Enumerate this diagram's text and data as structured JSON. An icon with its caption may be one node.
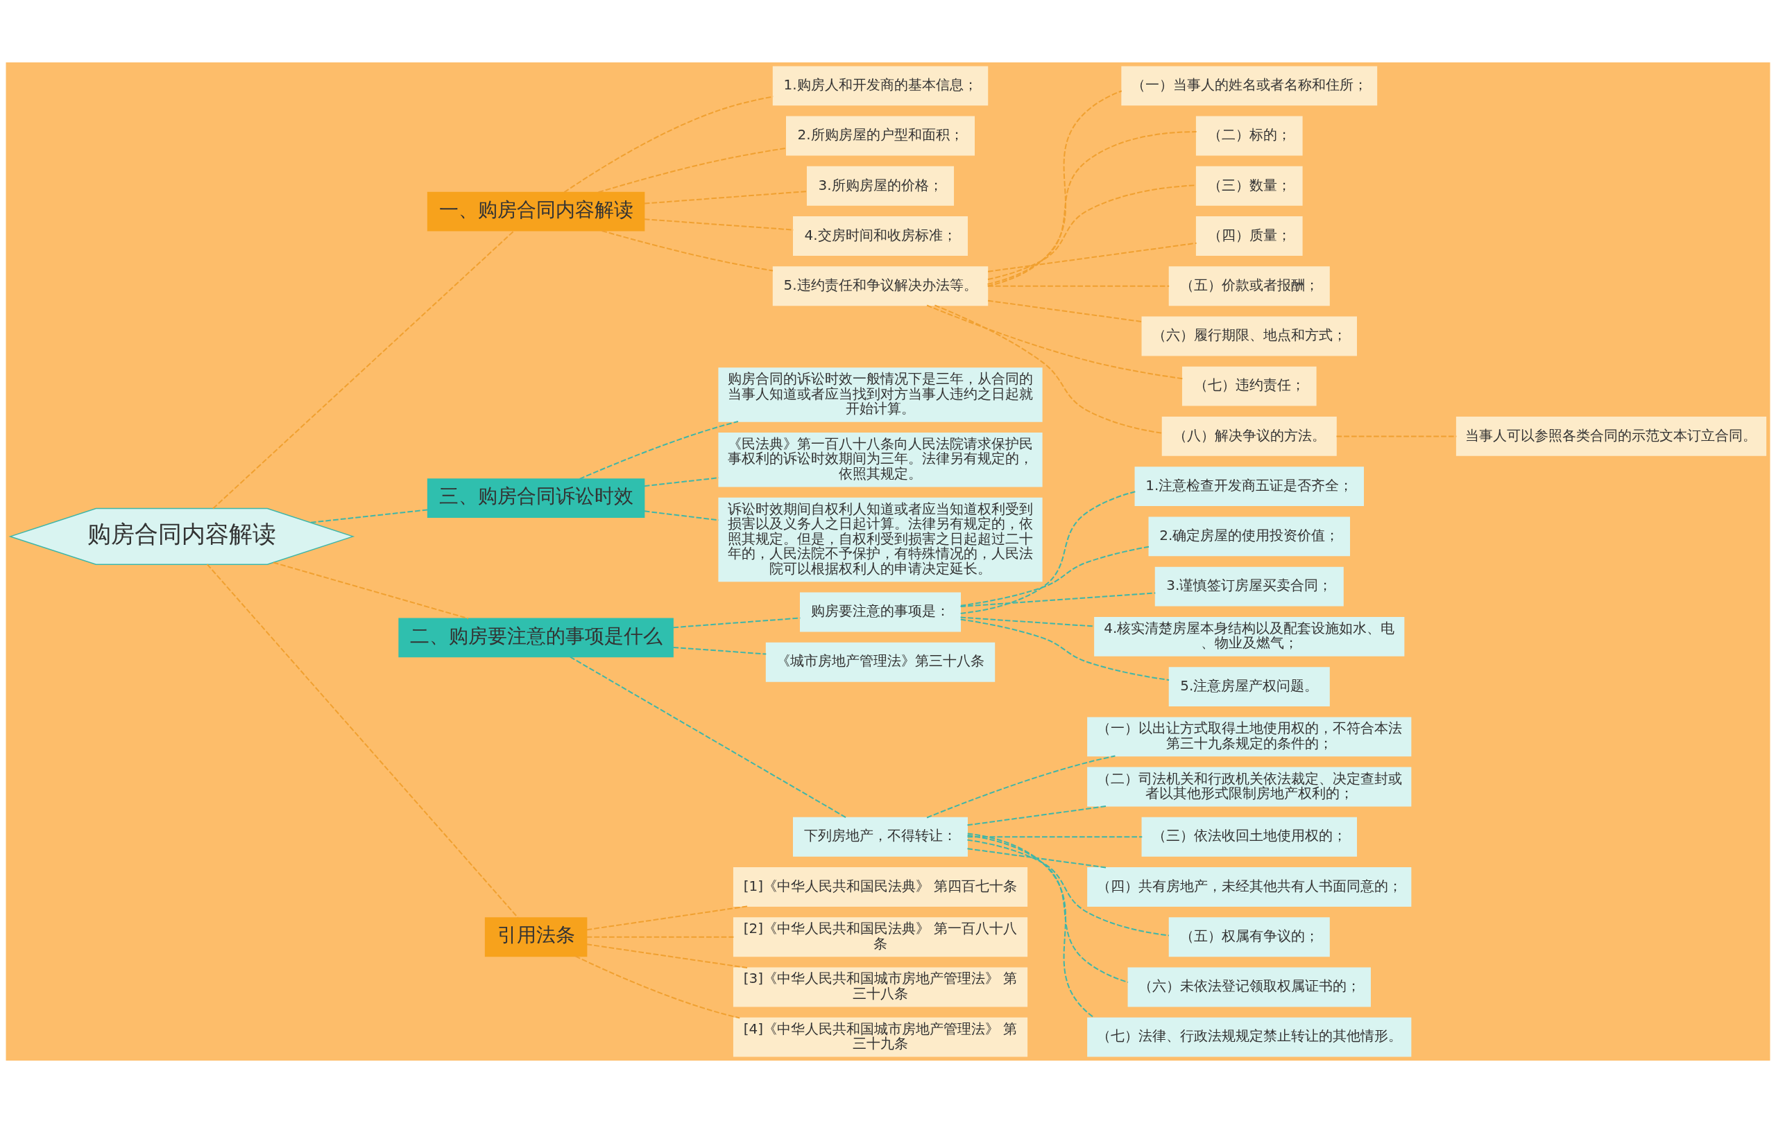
{
  "diagram": {
    "nodes": [
      {
        "text": [
          "购房合同内容解读"
        ]
      },
      {
        "text": [
          "一、购房合同内容解读"
        ]
      },
      {
        "text": [
          "1.购房人和开发商的基本信息；"
        ]
      },
      {
        "text": [
          "2.所购房屋的户型和面积；"
        ]
      },
      {
        "text": [
          "3.所购房屋的价格；"
        ]
      },
      {
        "text": [
          "4.交房时间和收房标准；"
        ]
      },
      {
        "text": [
          "5.违约责任和争议解决办法等。"
        ]
      },
      {
        "text": [
          "（一）当事人的姓名或者名称和住所；"
        ]
      },
      {
        "text": [
          "（二）标的；"
        ]
      },
      {
        "text": [
          "（三）数量；"
        ]
      },
      {
        "text": [
          "（四）质量；"
        ]
      },
      {
        "text": [
          "（五）价款或者报酬；"
        ]
      },
      {
        "text": [
          "（六）履行期限、地点和方式；"
        ]
      },
      {
        "text": [
          "（七）违约责任；"
        ]
      },
      {
        "text": [
          "（八）解决争议的方法。"
        ]
      },
      {
        "text": [
          "当事人可以参照各类合同的示范文本订立合同。"
        ]
      },
      {
        "text": [
          "三、购房合同诉讼时效"
        ]
      },
      {
        "text": [
          "购房合同的诉讼时效一般情况下是三年，从合同的当事人知道或者应当找到对方当事人违约之日起就开始计算。"
        ]
      },
      {
        "text": [
          "《民法典》第一百八十八条向人民法院请求保护民事权利的诉讼时效期间为三年。法律另有规定的，依照其规定。"
        ]
      },
      {
        "text": [
          "诉讼时效期间自权利人知道或者应当知道权利受到损害以及义务人之日起计算。法律另有规定的，依照其规定。但是，自权利受到损害之日起超过二十年的，人民法院不予保护，有特殊情况的，人民法院可以根据权利人的申请决定延长。"
        ]
      },
      {
        "text": [
          "二、购房要注意的事项是什么"
        ]
      },
      {
        "text": [
          "购房要注意的事项是："
        ]
      },
      {
        "text": [
          "1.注意检查开发商五证是否齐全；"
        ]
      },
      {
        "text": [
          "2.确定房屋的使用投资价值；"
        ]
      },
      {
        "text": [
          "3.谨慎签订房屋买卖合同；"
        ]
      },
      {
        "text": [
          "4.核实清楚房屋本身结构以及配套设施如水、电、物业及燃气；"
        ]
      },
      {
        "text": [
          "5.注意房屋产权问题。"
        ]
      },
      {
        "text": [
          "《城市房地产管理法》第三十八条"
        ]
      },
      {
        "text": [
          "下列房地产，不得转让："
        ]
      },
      {
        "text": [
          "（一）以出让方式取得土地使用权的，不符合本法第三十九条规定的条件的；"
        ]
      },
      {
        "text": [
          "（二）司法机关和行政机关依法裁定、决定查封或者以其他形式限制房地产权利的；"
        ]
      },
      {
        "text": [
          "（三）依法收回土地使用权的；"
        ]
      },
      {
        "text": [
          "（四）共有房地产，未经其他共有人书面同意的；"
        ]
      },
      {
        "text": [
          "（五）权属有争议的；"
        ]
      },
      {
        "text": [
          "（六）未依法登记领取权属证书的；"
        ]
      },
      {
        "text": [
          "（七）法律、行政法规规定禁止转让的其他情形。"
        ]
      },
      {
        "text": [
          "引用法条"
        ]
      },
      {
        "text": [
          "[1]《中华人民共和国民法典》 第四百七十条"
        ]
      },
      {
        "text": [
          "[2]《中华人民共和国民法典》 第一百八十八条"
        ]
      },
      {
        "text": [
          "[3]《中华人民共和国城市房地产管理法》 第三十八条"
        ]
      },
      {
        "text": [
          "[4]《中华人民共和国城市房地产管理法》 第三十九条"
        ]
      }
    ],
    "edges": [
      {
        "from": 0,
        "to": 1,
        "arrow": "none",
        "style": "dashed"
      },
      {
        "from": 1,
        "to": 2,
        "arrow": "none",
        "style": "dashed"
      },
      {
        "from": 1,
        "to": 3,
        "arrow": "none",
        "style": "dashed"
      },
      {
        "from": 1,
        "to": 4,
        "arrow": "none",
        "style": "dashed"
      },
      {
        "from": 1,
        "to": 5,
        "arrow": "none",
        "style": "dashed"
      },
      {
        "from": 1,
        "to": 6,
        "arrow": "none",
        "style": "dashed"
      },
      {
        "from": 6,
        "to": 7,
        "arrow": "none",
        "style": "dashed"
      },
      {
        "from": 6,
        "to": 8,
        "arrow": "none",
        "style": "dashed"
      },
      {
        "from": 6,
        "to": 9,
        "arrow": "none",
        "style": "dashed"
      },
      {
        "from": 6,
        "to": 10,
        "arrow": "none",
        "style": "dashed"
      },
      {
        "from": 6,
        "to": 11,
        "arrow": "none",
        "style": "dashed"
      },
      {
        "from": 6,
        "to": 12,
        "arrow": "none",
        "style": "dashed"
      },
      {
        "from": 6,
        "to": 13,
        "arrow": "none",
        "style": "dashed"
      },
      {
        "from": 6,
        "to": 14,
        "arrow": "none",
        "style": "dashed"
      },
      {
        "from": 14,
        "to": 15,
        "arrow": "none",
        "style": "dashed"
      },
      {
        "from": 0,
        "to": 16,
        "arrow": "none",
        "style": "dashed",
        "color": "#3fb6a8"
      },
      {
        "from": 16,
        "to": 17,
        "arrow": "none",
        "style": "dashed",
        "color": "#3fb6a8"
      },
      {
        "from": 16,
        "to": 18,
        "arrow": "none",
        "style": "dashed",
        "color": "#3fb6a8"
      },
      {
        "from": 16,
        "to": 19,
        "arrow": "none",
        "style": "dashed",
        "color": "#3fb6a8"
      },
      {
        "from": 0,
        "to": 20,
        "arrow": "none",
        "style": "dashed"
      },
      {
        "from": 20,
        "to": 21,
        "arrow": "none",
        "style": "dashed",
        "color": "#3fb6a8"
      },
      {
        "from": 21,
        "to": 22,
        "arrow": "none",
        "style": "dashed",
        "color": "#3fb6a8"
      },
      {
        "from": 21,
        "to": 23,
        "arrow": "none",
        "style": "dashed",
        "color": "#3fb6a8"
      },
      {
        "from": 21,
        "to": 24,
        "arrow": "none",
        "style": "dashed",
        "color": "#3fb6a8"
      },
      {
        "from": 21,
        "to": 25,
        "arrow": "none",
        "style": "dashed",
        "color": "#3fb6a8"
      },
      {
        "from": 21,
        "to": 26,
        "arrow": "none",
        "style": "dashed",
        "color": "#3fb6a8"
      },
      {
        "from": 20,
        "to": 27,
        "arrow": "none",
        "style": "dashed",
        "color": "#3fb6a8"
      },
      {
        "from": 20,
        "to": 28,
        "arrow": "none",
        "style": "dashed",
        "color": "#3fb6a8"
      },
      {
        "from": 28,
        "to": 29,
        "arrow": "none",
        "style": "dashed",
        "color": "#3fb6a8"
      },
      {
        "from": 28,
        "to": 30,
        "arrow": "none",
        "style": "dashed",
        "color": "#3fb6a8"
      },
      {
        "from": 28,
        "to": 31,
        "arrow": "none",
        "style": "dashed",
        "color": "#3fb6a8"
      },
      {
        "from": 28,
        "to": 32,
        "arrow": "none",
        "style": "dashed",
        "color": "#3fb6a8"
      },
      {
        "from": 28,
        "to": 33,
        "arrow": "none",
        "style": "dashed",
        "color": "#3fb6a8"
      },
      {
        "from": 28,
        "to": 34,
        "arrow": "none",
        "style": "dashed",
        "color": "#3fb6a8"
      },
      {
        "from": 28,
        "to": 35,
        "arrow": "none",
        "style": "dashed",
        "color": "#3fb6a8"
      },
      {
        "from": 0,
        "to": 36,
        "arrow": "none",
        "style": "dashed"
      },
      {
        "from": 36,
        "to": 37,
        "arrow": "none",
        "style": "dashed"
      },
      {
        "from": 36,
        "to": 38,
        "arrow": "none",
        "style": "dashed"
      },
      {
        "from": 36,
        "to": 39,
        "arrow": "none",
        "style": "dashed"
      },
      {
        "from": 36,
        "to": 40,
        "arrow": "none",
        "style": "dashed"
      }
    ]
  }
}
